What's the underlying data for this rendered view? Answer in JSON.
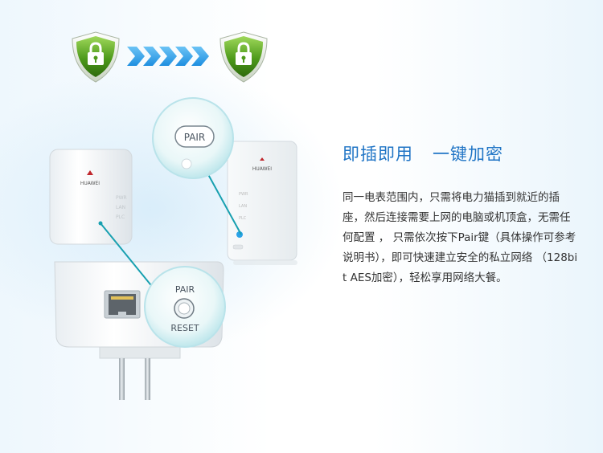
{
  "colors": {
    "heading": "#1f74c5",
    "body_text": "#333333",
    "shield_green": "#4e9a1b",
    "arrow_blue": "#1e8fe0",
    "callout_line": "#18a0b0"
  },
  "icons": [
    "lock-shield-icon",
    "double-chevron-arrows-icon",
    "lock-shield-icon"
  ],
  "device_labels": {
    "brand": "HUAWEI",
    "leds": [
      "PWR",
      "LAN",
      "PLC"
    ],
    "button_pair": "PAIR",
    "button_reset": "RESET"
  },
  "heading": {
    "part1": "即插即用",
    "part2": "一键加密"
  },
  "description": "同一电表范围内，只需将电力猫插到就近的插座，然后连接需要上网的电脑或机顶盒，无需任何配置 ， 只需依次按下Pair键（具体操作可参考说明书），即可快速建立安全的私立网络 （128bit AES加密），轻松享用网络大餐。"
}
